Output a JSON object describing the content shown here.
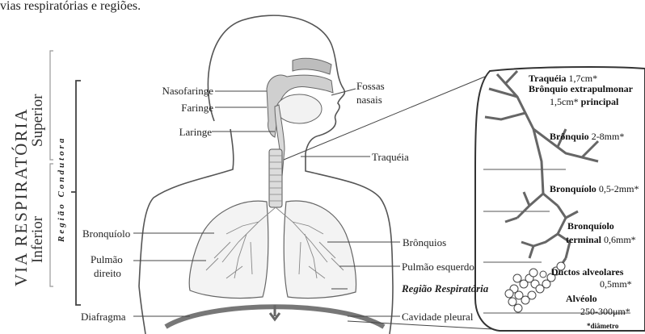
{
  "header_fragment": "vias respiratórias e regiões.",
  "vertical_labels": {
    "via_respiratoria": "VIA RESPIRATÓRIA",
    "superior": "Superior",
    "inferior": "Inferior",
    "regiao_condutora": "Região Condutora"
  },
  "anatomy_labels": {
    "nasofaringe": "Nasofaringe",
    "faringe": "Faringe",
    "laringe": "Laringe",
    "fossas_nasais_1": "Fossas",
    "fossas_nasais_2": "nasais",
    "traqueia": "Traquéia",
    "bronquios": "Brônquios",
    "bronquiolo": "Bronquíolo",
    "pulmao_direito_1": "Pulmão",
    "pulmao_direito_2": "direito",
    "pulmao_esquerdo": "Pulmão esquerdo",
    "regiao_respiratoria": "Região Respiratória",
    "diafragma": "Diafragma",
    "cavidade_pleural": "Cavidade pleural"
  },
  "inset_labels": {
    "traqueia_name": "Traquéia",
    "traqueia_size": "1,7cm*",
    "bronquio_extra": "Brônquio extrapulmonar",
    "bronquio_extra_size": "1,5cm*",
    "principal": "principal",
    "bronquio_name": "Brônquio",
    "bronquio_size": "2-8mm*",
    "bronquiolo_name": "Bronquíolo",
    "bronquiolo_size": "0,5-2mm*",
    "bronquiolo_term_1": "Bronquíolo",
    "bronquiolo_term_2": "terminal",
    "bronquiolo_term_size": "0,6mm*",
    "ductos_name": "Ductos alveolares",
    "ductos_size": "0,5mm*",
    "alveolo_name": "Alvéolo",
    "alveolo_size": "250-300μm*",
    "footnote": "*diâmetro"
  }
}
